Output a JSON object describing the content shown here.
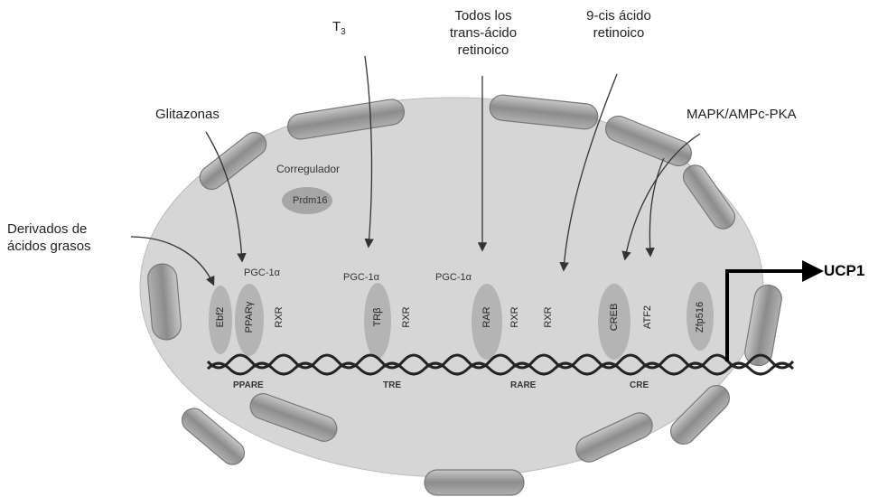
{
  "labels": {
    "t3": "T",
    "t3_sub": "3",
    "todos_line1": "Todos los",
    "todos_line2": "trans-ácido",
    "todos_line3": "retinoico",
    "nine_line1": "9-cis ácido",
    "nine_line2": "retinoico",
    "glitazonas": "Glitazonas",
    "mapk": "MAPK/AMPc-PKA",
    "derivados_line1": "Derivados de",
    "derivados_line2": "ácidos grasos",
    "corregulador": "Corregulador",
    "prdm16": "Prdm16",
    "ucp1": "UCP1"
  },
  "coactivators": [
    "PGC-1α",
    "PGC-1α",
    "PGC-1α"
  ],
  "factors": {
    "ebf2": "Ebf2",
    "ppar": "PPARγ",
    "rxr1": "RXR",
    "trb": "TRβ",
    "rxr2": "RXR",
    "rar": "RAR",
    "rxr3": "RXR",
    "rxr4": "RXR",
    "creb": "CREB",
    "atf2": "ATF2",
    "zfp516": "Zfp516"
  },
  "response_elements": [
    "PPARE",
    "TRE",
    "RARE",
    "CRE"
  ],
  "colors": {
    "cell_fill": "#d6d6d6",
    "membrane": "#9a9a9a",
    "factor_fill": "#b4b4b4",
    "arrow": "#333333"
  }
}
